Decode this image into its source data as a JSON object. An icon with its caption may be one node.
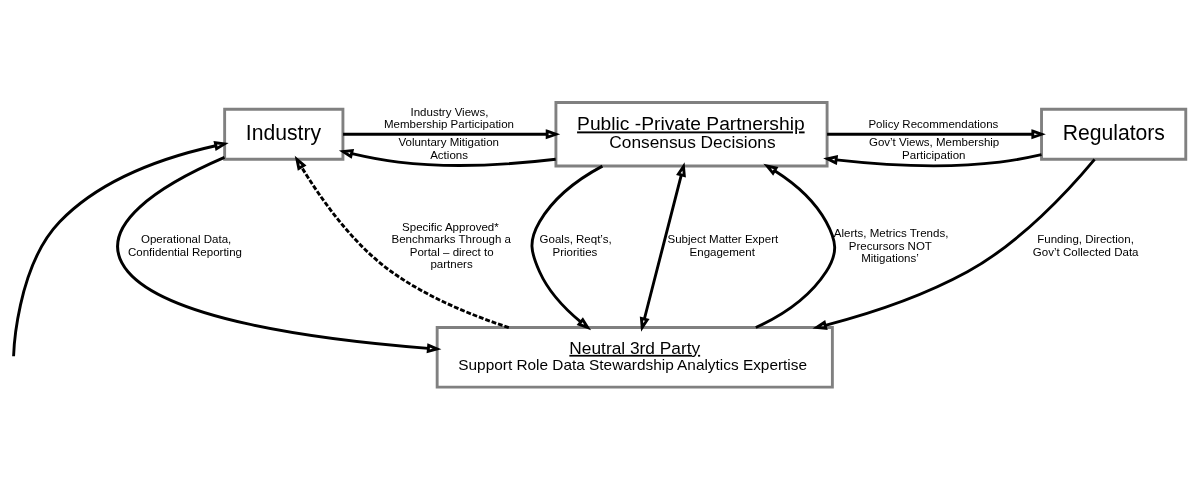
{
  "diagram": {
    "nodes": [
      {
        "text": [
          "Industry"
        ]
      },
      {
        "text": [
          "Public -Private Partnership",
          "Consensus Decisions"
        ]
      },
      {
        "text": [
          "Regulators"
        ]
      },
      {
        "text": [
          "Neutral 3rd Party",
          "Support Role Data Stewardship Analytics Expertise"
        ]
      }
    ],
    "edges": [
      {
        "from": 1,
        "to": 0,
        "arrow": "to",
        "label": "Voluntary Mitigation Actions"
      },
      {
        "from": 0,
        "to": 1,
        "arrow": "to",
        "label": "Industry Views, Membership Participation"
      },
      {
        "from": 1,
        "to": 2,
        "arrow": "to",
        "label": "Policy Recommendations"
      },
      {
        "from": 2,
        "to": 1,
        "arrow": "to",
        "label": "Gov’t Views, Membership Participation"
      },
      {
        "from": 3,
        "to": 1,
        "arrow": "to",
        "label": "Alerts, Metrics Trends, Precursors NOT Mitigations’"
      },
      {
        "from": null,
        "to": 0,
        "arrow": "to"
      },
      {
        "from": 1,
        "to": 3,
        "arrow": "to",
        "label": "Goals, Reqt’s, Priorities"
      },
      {
        "from": 1,
        "to": 3,
        "arrow": "both",
        "label": "Subject Matter Expert Engagement"
      },
      {
        "from": 0,
        "to": 3,
        "arrow": "to",
        "label": "Operational Data, Confidential Reporting"
      },
      {
        "from": 2,
        "to": 3,
        "arrow": "to",
        "label": "Funding, Direction, Gov’t Collected Data"
      },
      {
        "from": 3,
        "to": 0,
        "arrow": "to",
        "style": "dashed",
        "label": "Specific Approved* Benchmarks Through a Portal – direct to partners"
      }
    ]
  }
}
